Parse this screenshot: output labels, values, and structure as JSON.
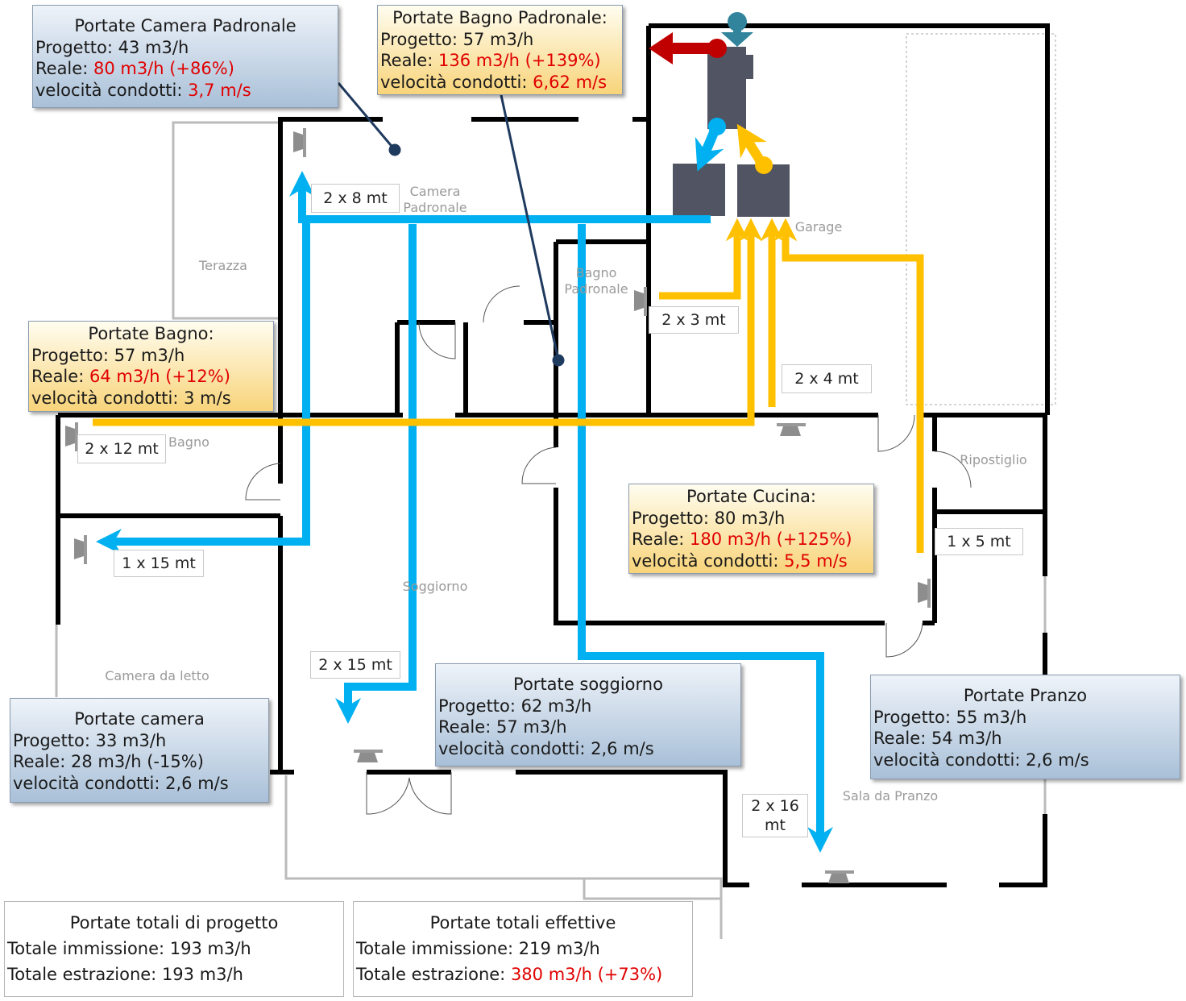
{
  "colors": {
    "supply": "#00b0f0",
    "extract": "#ffc000",
    "exhaust": "#c00000",
    "intake": "#31849b",
    "unit": "#515462",
    "wall": "#000000"
  },
  "rooms": {
    "camera_padronale": [
      "Camera",
      "Padronale"
    ],
    "terazza": "Terazza",
    "bagno_padronale": [
      "Bagno",
      "Padronale"
    ],
    "garage": "Garage",
    "bagno": "Bagno",
    "ripostiglio": "Ripostiglio",
    "soggiorno": "Soggiorno",
    "camera_da_letto": "Camera da letto",
    "sala_da_pranzo": "Sala da Pranzo"
  },
  "duct_lengths": {
    "camera_padronale": "2 x 8 mt",
    "bagno_padronale": "2 x 3 mt",
    "cucina": "2 x 4 mt",
    "bagno": "2 x 12 mt",
    "camera": "1 x 15 mt",
    "ripostiglio": "1 x 5 mt",
    "soggiorno": "2 x 15 mt",
    "pranzo": "2 x 16 mt"
  },
  "info": {
    "camera_padronale": {
      "title": "Portate Camera Padronale",
      "progetto_label": "Progetto:",
      "progetto": "43 m3/h",
      "reale_label": "Reale:",
      "reale": "80 m3/h (+86%)",
      "vel_label": "velocità condotti:",
      "vel": "3,7 m/s"
    },
    "bagno_padronale": {
      "title": "Portate Bagno Padronale:",
      "progetto_label": "Progetto:",
      "progetto": "57 m3/h",
      "reale_label": "Reale:",
      "reale": "136 m3/h (+139%)",
      "vel_label": "velocità condotti:",
      "vel": "6,62 m/s"
    },
    "bagno": {
      "title": "Portate Bagno:",
      "progetto_label": "Progetto:",
      "progetto": "57 m3/h",
      "reale_label": "Reale:",
      "reale": "64 m3/h (+12%)",
      "vel_label": "velocità condotti:",
      "vel": "3 m/s"
    },
    "cucina": {
      "title": "Portate Cucina:",
      "progetto_label": "Progetto:",
      "progetto": "80 m3/h",
      "reale_label": "Reale:",
      "reale": "180 m3/h (+125%)",
      "vel_label": "velocità condotti:",
      "vel": "5,5 m/s"
    },
    "camera": {
      "title": "Portate camera",
      "progetto_label": "Progetto:",
      "progetto": "33 m3/h",
      "reale_label": "Reale:",
      "reale": "28 m3/h (-15%)",
      "vel_label": "velocità condotti:",
      "vel": "2,6 m/s"
    },
    "soggiorno": {
      "title": "Portate soggiorno",
      "progetto_label": "Progetto:",
      "progetto": "62 m3/h",
      "reale_label": "Reale:",
      "reale": "57 m3/h",
      "vel_label": "velocità condotti:",
      "vel": "2,6 m/s"
    },
    "pranzo": {
      "title": "Portate Pranzo",
      "progetto_label": "Progetto:",
      "progetto": "55 m3/h",
      "reale_label": "Reale:",
      "reale": "54 m3/h",
      "vel_label": "velocità condotti:",
      "vel": "2,6 m/s"
    }
  },
  "totals": {
    "progetto": {
      "title": "Portate totali di progetto",
      "imm_label": "Totale immissione:",
      "imm": "193 m3/h",
      "estr_label": "Totale estrazione:",
      "estr": "193 m3/h"
    },
    "effettive": {
      "title": "Portate totali effettive",
      "imm_label": "Totale immissione:",
      "imm": "219 m3/h",
      "estr_label": "Totale estrazione:",
      "estr": "380 m3/h (+73%)"
    }
  }
}
